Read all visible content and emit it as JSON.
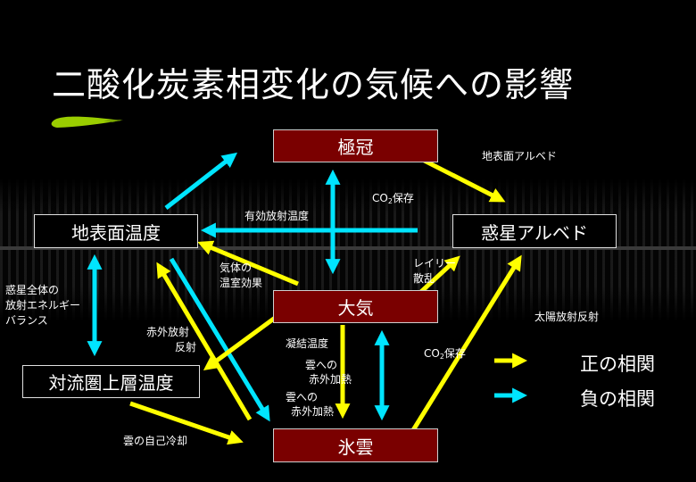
{
  "title": "二酸化炭素相変化の気候への影響",
  "colors": {
    "positive": "#ffff00",
    "negative": "#00e5ff",
    "node_fill": "#7a0000",
    "accent_mark": "#9acd00"
  },
  "nodes": {
    "polar_cap": "極冠",
    "surface_temp": "地表面温度",
    "albedo": "惑星アルベド",
    "atmosphere": "大気",
    "troposphere_temp": "対流圏上層温度",
    "ice_cloud": "氷雲"
  },
  "labels": {
    "surface_albedo": "地表面アルベド",
    "co2_store_top_co": "CO",
    "co2_store_top_sub": "2",
    "co2_store_top_rest": "保存",
    "effective_radiation": "有効放射温度",
    "greenhouse_1": "気体の",
    "greenhouse_2": "温室効果",
    "rayleigh_1": "レイリー",
    "rayleigh_2": "散乱",
    "balance_1": "惑星全体の",
    "balance_2": "放射エネルギー",
    "balance_3": "バランス",
    "ir_reflect_1": "赤外放射",
    "ir_reflect_2": "反射",
    "condensation": "凝結温度",
    "cloud_ir_a1": "雲への",
    "cloud_ir_a2": "赤外加熱",
    "cloud_ir_b1": "雲への",
    "cloud_ir_b2": "赤外加熱",
    "co2_store_bot_co": "CO",
    "co2_store_bot_sub": "2",
    "co2_store_bot_rest": "保存",
    "solar_reflect": "太陽放射反射",
    "cloud_self_cooling": "雲の自己冷却"
  },
  "legend": {
    "positive": "正の相関",
    "negative": "負の相関"
  }
}
